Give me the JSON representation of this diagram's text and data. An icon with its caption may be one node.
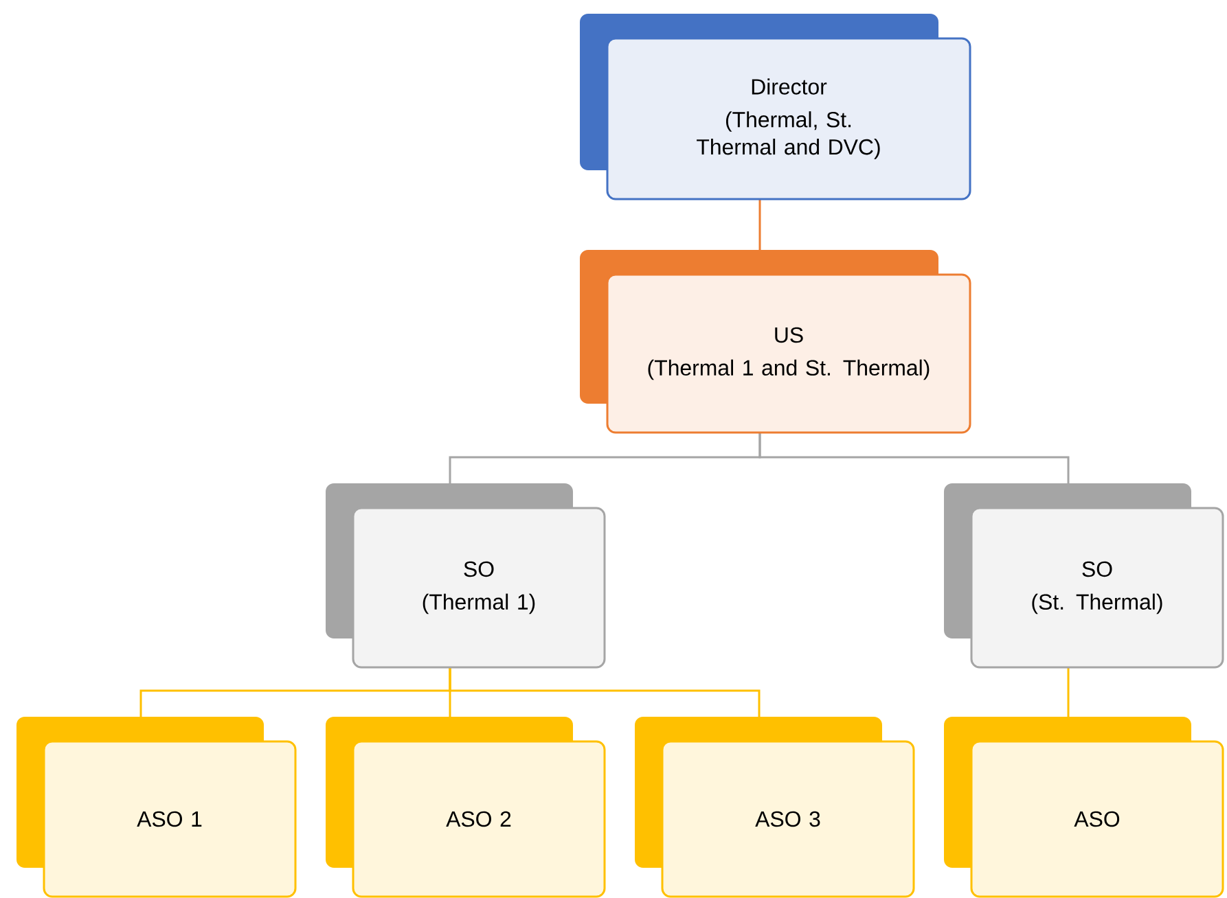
{
  "diagram": {
    "nodes": [
      {
        "text": [
          "Director",
          "(Thermal, St. Thermal and DVC)"
        ]
      },
      {
        "text": [
          "US",
          "(Thermal 1 and St. Thermal)"
        ]
      },
      {
        "text": [
          "SO",
          "(Thermal 1)"
        ]
      },
      {
        "text": [
          "SO",
          "(St. Thermal)"
        ]
      },
      {
        "text": [
          "ASO 1"
        ]
      },
      {
        "text": [
          "ASO 2"
        ]
      },
      {
        "text": [
          "ASO 3"
        ]
      },
      {
        "text": [
          "ASO"
        ]
      }
    ],
    "edges": [
      {
        "from": 0,
        "to": 1,
        "arrow": "none",
        "color": "#ed7d31"
      },
      {
        "from": 1,
        "to": 2,
        "arrow": "none",
        "color": "#a5a5a5"
      },
      {
        "from": 1,
        "to": 3,
        "arrow": "none",
        "color": "#a5a5a5"
      },
      {
        "from": 2,
        "to": 4,
        "arrow": "none"
      },
      {
        "from": 2,
        "to": 5,
        "arrow": "none"
      },
      {
        "from": 2,
        "to": 6,
        "arrow": "none"
      },
      {
        "from": 3,
        "to": 7,
        "arrow": "none"
      }
    ]
  }
}
